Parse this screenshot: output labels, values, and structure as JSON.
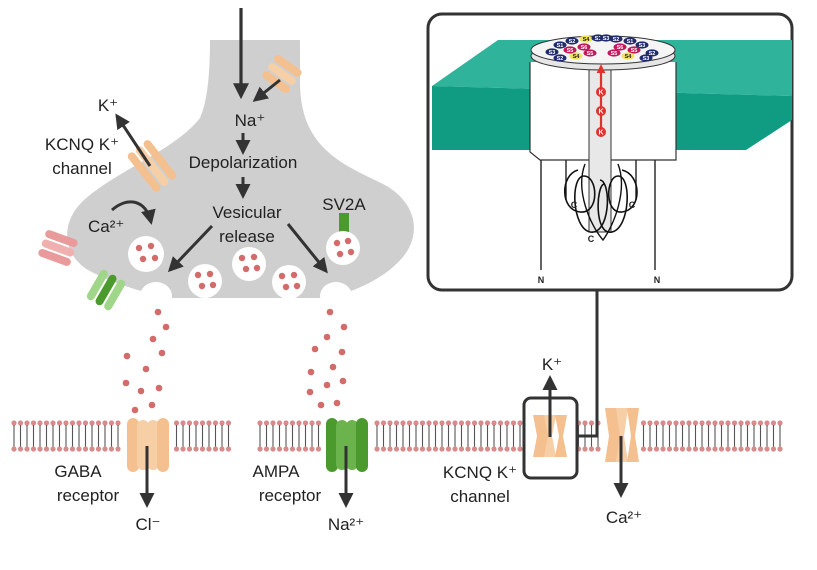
{
  "colors": {
    "terminal": "#cfcfcf",
    "arrow": "#333333",
    "vesicle_dot": "#d46b6b",
    "receptor_tan": "#f4c08f",
    "receptor_green": "#4a9a2e",
    "channel_pink": "#e99a9a",
    "channel_light_green": "#9fd68a",
    "membrane_teal": "#0f9c82",
    "sv2a_green": "#4a9a2e",
    "k_red": "#e0312b",
    "s4_yellow": "#f3e25a",
    "s_navy": "#1f2b6b",
    "s_magenta": "#c2185b"
  },
  "terminal": {
    "na_label": "Na⁺",
    "depolarization": "Depolarization",
    "vesicular_line1": "Vesicular",
    "vesicular_line2": "release",
    "sv2a": "SV2A",
    "ca_label": "Ca²⁺",
    "k_label": "K⁺",
    "kcnq_line1": "KCNQ K⁺",
    "kcnq_line2": "channel"
  },
  "membrane": {
    "gaba_line1": "GABA",
    "gaba_line2": "receptor",
    "gaba_ion": "Cl⁻",
    "ampa_line1": "AMPA",
    "ampa_line2": "receptor",
    "ampa_ion": "Na²⁺",
    "kcnq_line1": "KCNQ K⁺",
    "kcnq_line2": "channel",
    "k_label": "K⁺",
    "ca_label": "Ca²⁺"
  },
  "inset": {
    "segments": [
      "S1",
      "S2",
      "S3",
      "S4",
      "S5",
      "S6"
    ],
    "k_ion": "K",
    "c_term": "C",
    "n_term": "N"
  }
}
